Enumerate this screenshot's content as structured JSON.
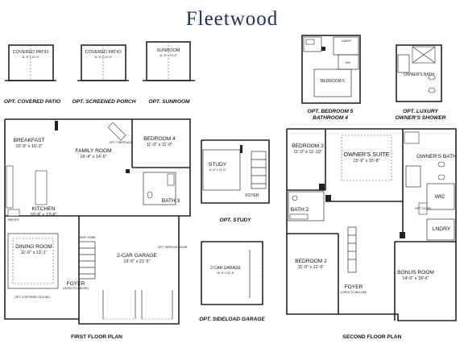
{
  "title": "Fleetwood",
  "options": {
    "covered_patio": {
      "label": "COVERED PATIO",
      "dims": "11'-6\" x 10'-0\"",
      "caption": "OPT. COVERED PATIO"
    },
    "screened_porch": {
      "label": "COVERED PATIO",
      "dims": "11'-6\" x 10'-0\"",
      "caption": "OPT. SCREENED PORCH"
    },
    "sunroom": {
      "label": "SUNROOM",
      "dims": "11'-6\" x 10'-0\"",
      "caption": "OPT. SUNROOM"
    },
    "bedroom5": {
      "label": "BEDROOM 5",
      "caption_1": "OPT. BEDROOM 5",
      "caption_2": "BATHROOM 4",
      "lndry": "LNDRY",
      "wic": "WIC"
    },
    "luxury": {
      "label": "OWNER'S BATH",
      "caption_1": "OPT. LUXURY",
      "caption_2": "OWNER'S SHOWER"
    },
    "study": {
      "label": "STUDY",
      "dims": "11'-0\" x 11'-0\"",
      "foyer": "FOYER",
      "caption": "OPT. STUDY"
    },
    "sideload": {
      "label": "2-CAR GARAGE",
      "dims": "19'-5\" x 21'-5\"",
      "caption": "OPT. SIDELOAD GARAGE"
    }
  },
  "first_floor": {
    "caption": "FIRST FLOOR PLAN",
    "rooms": {
      "breakfast": {
        "label": "BREAKFAST",
        "dims": "10'-9\" x 10'-2\""
      },
      "family": {
        "label": "FAMILY ROOM",
        "dims": "16'-4\" x 14'-5\""
      },
      "bedroom4": {
        "label": "BEDROOM 4",
        "dims": "11'-0\" x 11'-0\""
      },
      "bath3": {
        "label": "BATH 3"
      },
      "kitchen": {
        "label": "KITCHEN",
        "dims": "10'-9\" x 13'-6\""
      },
      "dining": {
        "label": "DINING ROOM",
        "dims": "11'-0\" x 13'-1\""
      },
      "garage": {
        "label": "2-CAR GARAGE",
        "dims": "19'-5\" x 21'-5\""
      },
      "foyer": {
        "label": "FOYER",
        "note": "(OPEN TO ABOVE)"
      },
      "pantry": {
        "label": "PANTRY"
      },
      "opt_service_door": {
        "label": "OPT. SERVICE DOOR"
      },
      "drop_zone": {
        "label": "DROP ZONE"
      },
      "fireplace": {
        "label": "OPT. FIREPLACE"
      },
      "coffered": {
        "label": "OPT. COFFERED CEILING"
      }
    }
  },
  "second_floor": {
    "caption": "SECOND FLOOR PLAN",
    "rooms": {
      "bedroom3": {
        "label": "BEDROOM 3",
        "dims": "11'-0\" x 11'-10\""
      },
      "owners_suite": {
        "label": "OWNER'S SUITE",
        "dims": "15'-9\" x 15'-8\""
      },
      "owners_bath": {
        "label": "OWNER'S BATH"
      },
      "wic": {
        "label": "WIC"
      },
      "bath2": {
        "label": "BATH 2"
      },
      "lndry": {
        "label": "LNDRY"
      },
      "bedroom2": {
        "label": "BEDROOM 2",
        "dims": "11'-0\" x 12'-6\""
      },
      "foyer": {
        "label": "FOYER",
        "note": "(OPEN TO BELOW)"
      },
      "bonus": {
        "label": "BONUS ROOM",
        "dims": "14'-0\" x 18'-6\""
      },
      "opt_door": {
        "label": "OPT. DOOR"
      }
    }
  }
}
